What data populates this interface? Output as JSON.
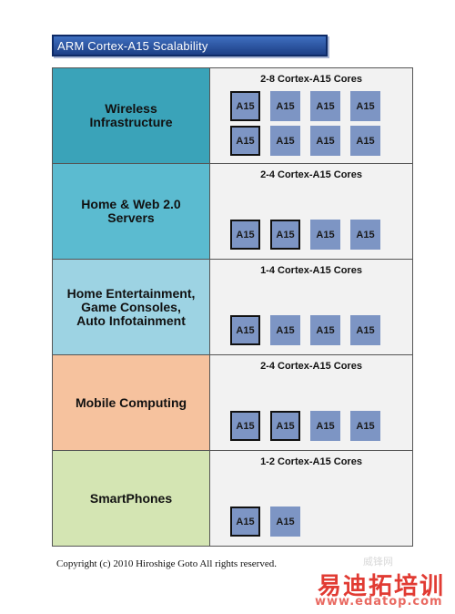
{
  "header": {
    "title": "ARM Cortex-A15 Scalability"
  },
  "chip_label": "A15",
  "rows": [
    {
      "label": "Wireless\nInfrastructure",
      "color": "#3aa3b9",
      "cores": "2-8 Cortex-A15 Cores",
      "total": 8,
      "active": 2
    },
    {
      "label": "Home & Web 2.0\nServers",
      "color": "#5bbbd0",
      "cores": "2-4 Cortex-A15 Cores",
      "total": 4,
      "active": 2
    },
    {
      "label": "Home Entertainment,\nGame Consoles,\nAuto Infotainment",
      "color": "#9dd3e3",
      "cores": "1-4 Cortex-A15 Cores",
      "total": 4,
      "active": 1
    },
    {
      "label": "Mobile Computing",
      "color": "#f6c29e",
      "cores": "2-4 Cortex-A15 Cores",
      "total": 4,
      "active": 2
    },
    {
      "label": "SmartPhones",
      "color": "#d4e5b3",
      "cores": "1-2 Cortex-A15 Cores",
      "total": 2,
      "active": 1
    }
  ],
  "footer": {
    "copyright": "Copyright (c) 2010 Hiroshige Goto All rights reserved."
  },
  "watermark": {
    "small": "威锋网",
    "big": "易迪拓培训",
    "url": "www.edatop.com"
  }
}
